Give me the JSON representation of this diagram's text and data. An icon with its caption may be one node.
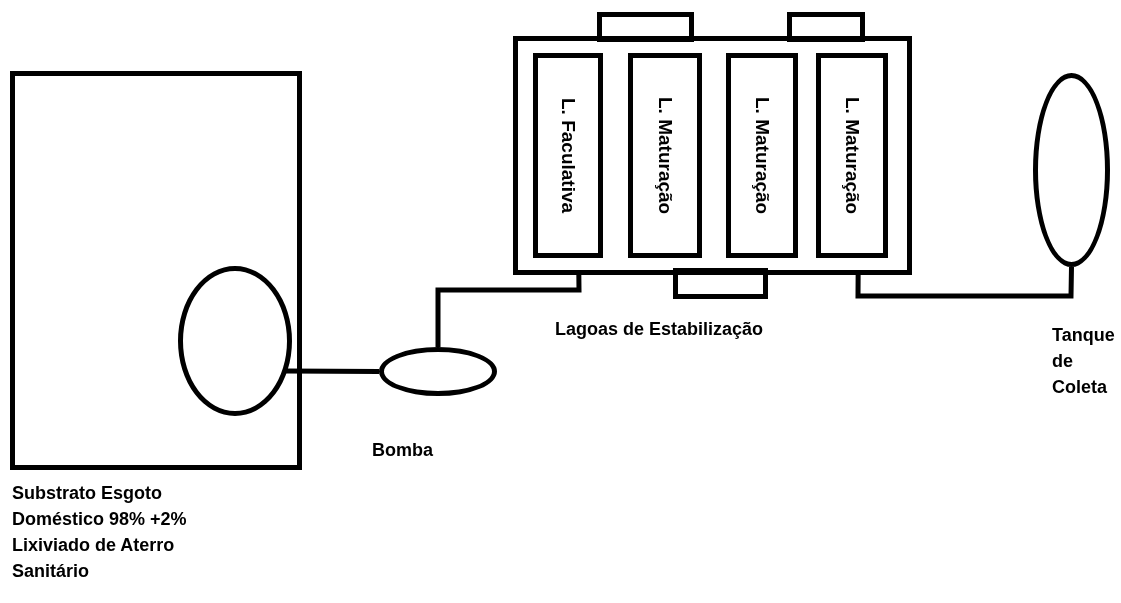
{
  "diagram": {
    "nodes": [
      {
        "text": [],
        "shape": "box",
        "beside": [
          "Substrato Esgoto Doméstico 98% +2% Lixiviado de Aterro Sanitário"
        ]
      },
      {
        "text": [],
        "shape": "circle",
        "in": 0
      },
      {
        "text": [],
        "shape": "circle",
        "beside": [
          "Bomba"
        ]
      },
      {
        "text": [],
        "shape": "box"
      },
      {
        "text": [
          "L. Faculativa"
        ],
        "in": 3
      },
      {
        "text": [
          "L. Maturação"
        ],
        "in": 3
      },
      {
        "text": [
          "L. Maturação"
        ],
        "in": 3
      },
      {
        "text": [
          "L. Maturação"
        ],
        "in": 3
      },
      {
        "text": [],
        "shape": "circle",
        "beside": [
          "Tanque de Coleta"
        ]
      },
      {
        "text": [],
        "shape": "box"
      },
      {
        "text": [],
        "shape": "box"
      },
      {
        "text": [],
        "shape": "box"
      }
    ],
    "edges": [
      {
        "from": 1,
        "to": 2,
        "arrow": "none"
      },
      {
        "from": 2,
        "to": 3,
        "arrow": "none"
      },
      {
        "from": 3,
        "to": 8,
        "arrow": "none"
      }
    ],
    "labels": [
      "Lagoas de Estabilização"
    ]
  }
}
